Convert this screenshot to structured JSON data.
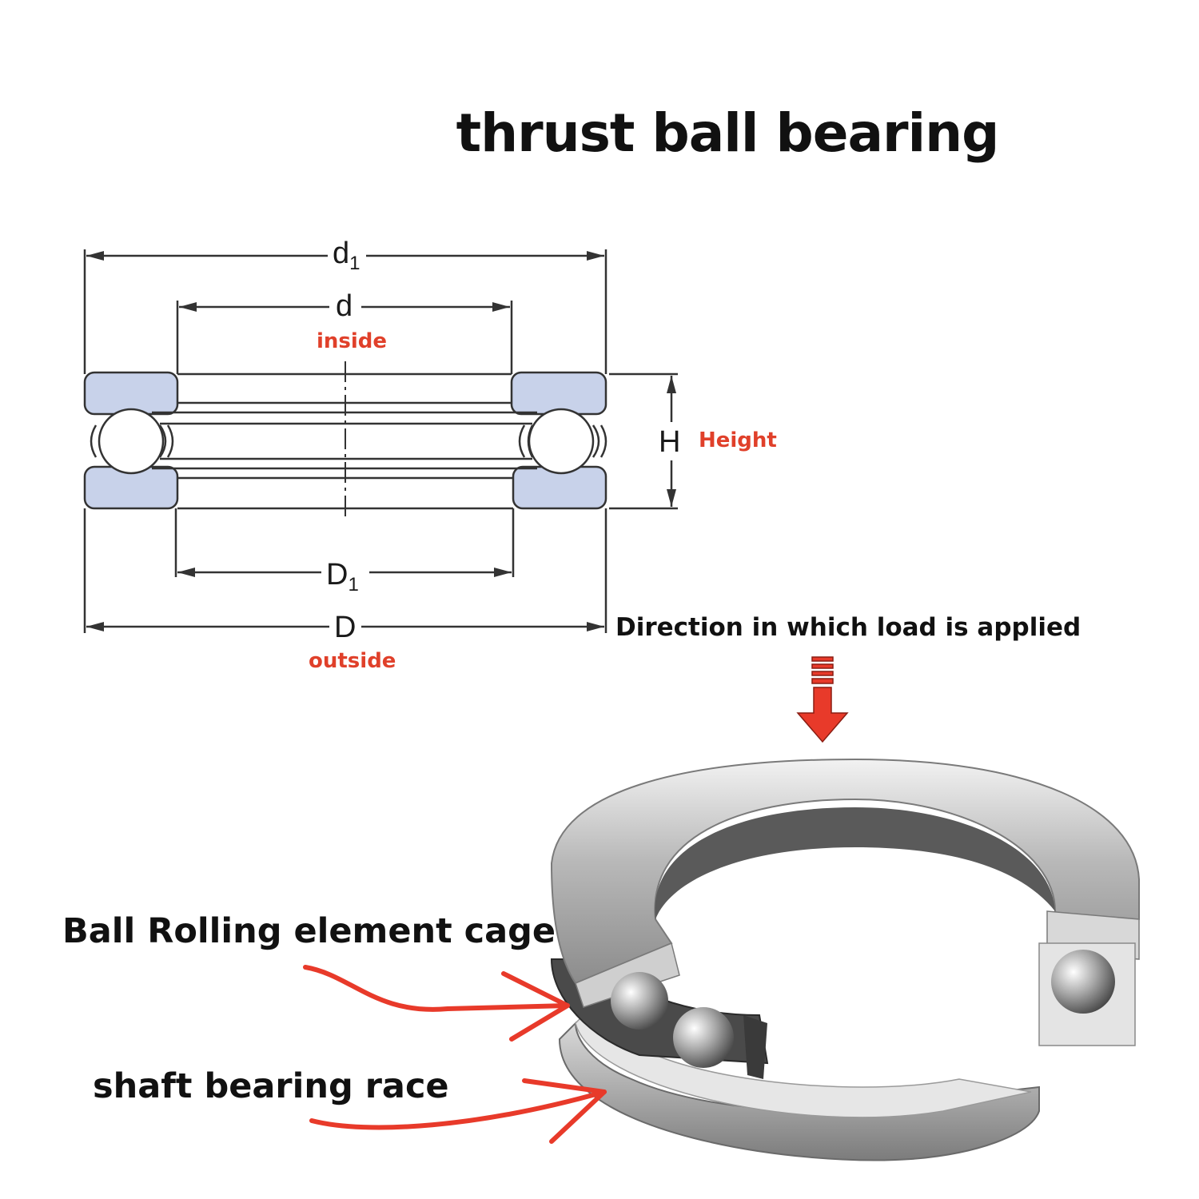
{
  "title": "thrust ball bearing",
  "dimensions": {
    "d1": {
      "symbol": "d",
      "subscript": "1"
    },
    "d": {
      "symbol": "d",
      "note": "inside"
    },
    "H": {
      "symbol": "H",
      "note": "Height"
    },
    "D1": {
      "symbol": "D",
      "subscript": "1"
    },
    "D": {
      "symbol": "D",
      "note": "outside"
    }
  },
  "load_direction": "Direction in which load is applied",
  "callouts": {
    "cage": "Ball Rolling element cage",
    "race": "shaft bearing race"
  },
  "colors": {
    "note_red": "#e0402a",
    "arrow_red": "#e83a2a",
    "ring_fill": "#c8d2ea",
    "line": "#333333"
  }
}
